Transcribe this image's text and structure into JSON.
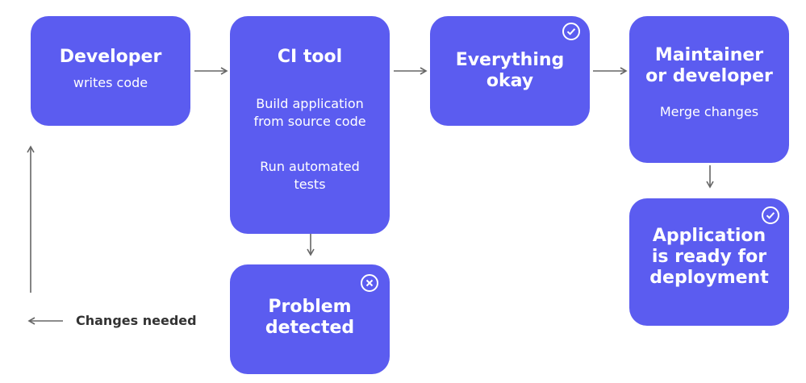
{
  "nodes": {
    "developer": {
      "title": "Developer",
      "subtitle": "writes code"
    },
    "ci_tool": {
      "title": "CI  tool",
      "step1": "Build application\nfrom source code",
      "step2": "Run automated\ntests"
    },
    "everything_okay": {
      "title": "Everything\nokay",
      "status_icon": "check-circle-icon"
    },
    "maintainer": {
      "title": "Maintainer\nor developer",
      "subtitle": "Merge changes"
    },
    "problem": {
      "title": "Problem\ndetected",
      "status_icon": "x-circle-icon"
    },
    "ready": {
      "title": "Application\nis ready for\ndeployment",
      "status_icon": "check-circle-icon"
    }
  },
  "feedback_label": "Changes needed",
  "colors": {
    "box": "#5b5cf0",
    "text": "#ffffff",
    "arrow": "#666666",
    "label": "#333333"
  }
}
